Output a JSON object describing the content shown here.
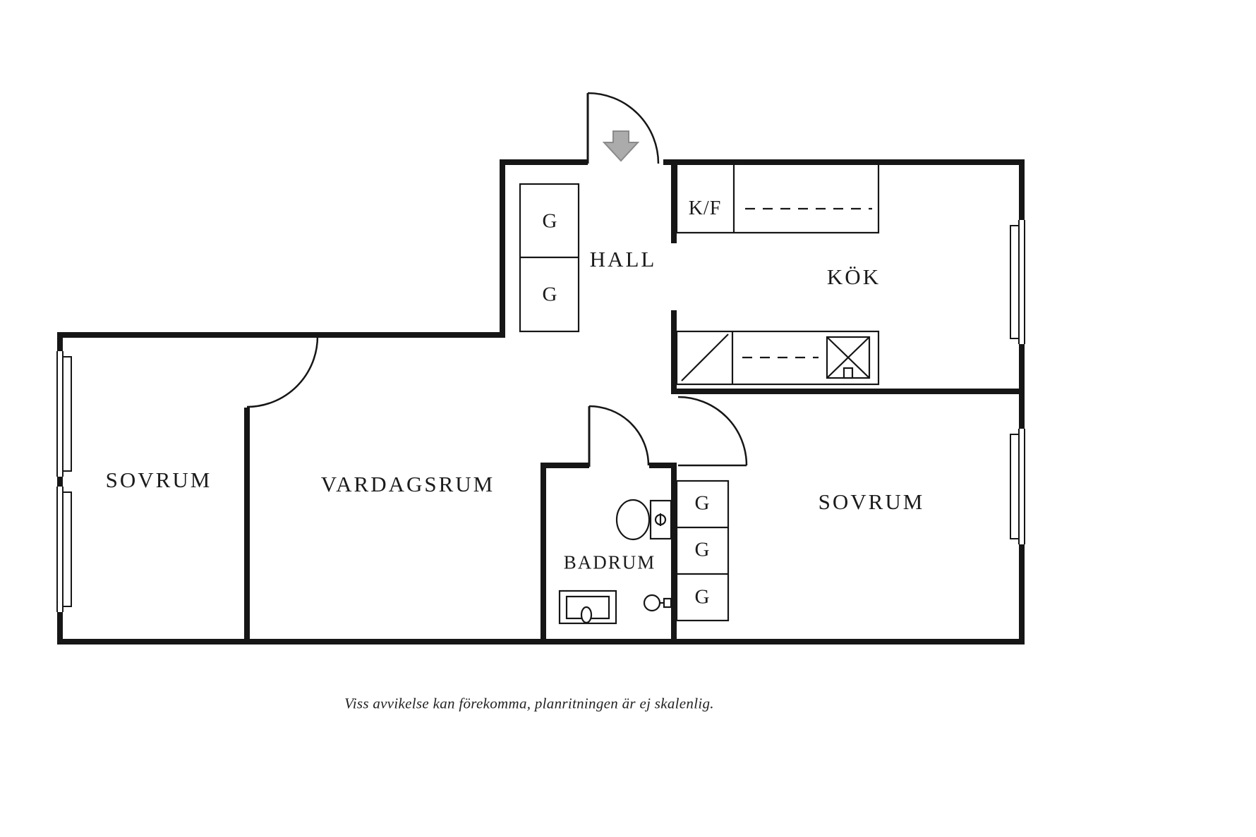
{
  "floorplan": {
    "labels": {
      "hall": "HALL",
      "kitchen": "KÖK",
      "fridge_freezer": "K/F",
      "bedroom_left": "SOVRUM",
      "living_room": "VARDAGSRUM",
      "bathroom": "BADRUM",
      "bedroom_right": "SOVRUM"
    },
    "wardrobes": {
      "hall_upper": "G",
      "hall_lower": "G",
      "bedroom_upper": "G",
      "bedroom_middle": "G",
      "bedroom_lower": "G"
    },
    "caption": "Viss avvikelse kan förekomma, planritningen är ej skalenlig.",
    "colors": {
      "wall": "#161616",
      "thin_line": "#161616",
      "entry_arrow_fill": "#ababab",
      "entry_arrow_stroke": "#8a8a8a"
    }
  }
}
